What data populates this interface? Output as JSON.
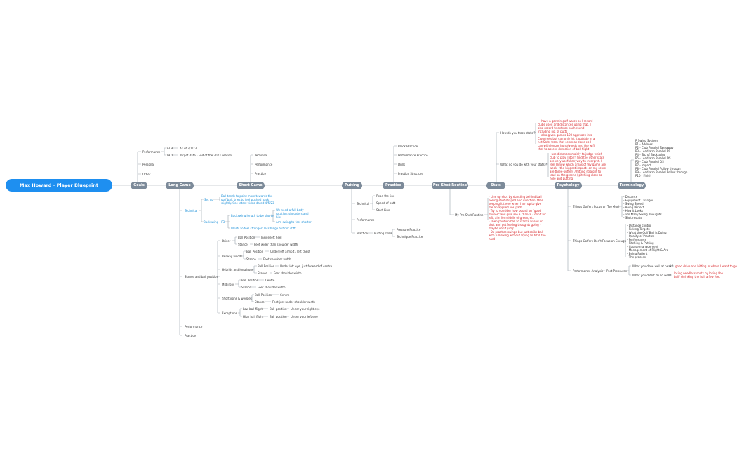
{
  "root": "Max Howard - Player Blueprint",
  "categories": {
    "goals": "Goals",
    "long_game": "Long Game",
    "short_game": "Short Game",
    "putting": "Putting",
    "practice": "Practice",
    "pre_shot": "Pre-Shot Routine",
    "stats": "Stats",
    "psychology": "Psychology",
    "terminology": "Terminology"
  },
  "goals": {
    "performance": "Performance",
    "hcp_now": "23.9",
    "hcp_now_note": "As of 3/1/23",
    "hcp_target": "19.0",
    "hcp_target_note": "Target date - End of the 2023 season",
    "personal": "Personal",
    "other": "Other"
  },
  "long_game": {
    "technical": "Technical",
    "setup": "Set up",
    "setup_note": "Ball tends to point more towards the golf ball, tries to feel pushed back slightly. See latest video dated 4/5/23",
    "backswing": "Backswing - P3",
    "backswing_note": "Backswing length to be shorter",
    "hip_note": "We need a full body rotation: shoulders and hips",
    "arm_note": "Arm swing to feel shorter",
    "hinge_note": "Wrists to feel stronger: less hinge but not stiff",
    "stance": "Stance and ball position",
    "driver": "Driver",
    "fairway": "Fairway woods",
    "hybrids": "Hybrids and long irons",
    "mid_irons": "Mid irons",
    "short_irons": "Short irons & wedges",
    "exceptions": "Exceptions",
    "ball_position": "Ball Position",
    "stance_label": "Stance",
    "drv_ball": "Inside left heel",
    "drv_stance": "Feet wider than shoulder width",
    "fw_ball": "Under left armpit / left chest",
    "fw_stance": "Feet shoulder width",
    "hy_ball": "Under left eye, just forward of centre",
    "hy_stance": "Feet shoulder width",
    "mid_ball": "Centre",
    "mid_stance": "Feet shoulder width",
    "si_ball": "Centre",
    "si_stance": "Feet just under shoulder width",
    "low_flight": "Low ball flight",
    "high_flight": "High ball flight",
    "ball_position_lc": "Ball position",
    "low_ball": "Under your right eye",
    "high_ball": "Under your left eye",
    "performance": "Performance",
    "practice": "Practice"
  },
  "short_game": {
    "technical": "Technical",
    "performance": "Performance",
    "practice": "Practice"
  },
  "putting": {
    "technical": "Technical",
    "read_line": "Read the line",
    "speed": "Speed of putt",
    "start_line": "Start Line",
    "performance": "Performance",
    "practice": "Practice",
    "drills": "Putting Drills",
    "pressure": "Pressure Practice",
    "technique": "Technique Practice"
  },
  "practice": {
    "block": "Block Practice",
    "performance": "Performance Practice",
    "drills": "Drills",
    "structure": "Practice Structure"
  },
  "pre_shot": {
    "routine": "My Pre-Shot Routine",
    "routine_note": "- Line up shot by standing behind ball seeing shot shaped and direction, then keeping it there when I am up to give me an applied line path\n- Try to consider how bound on \"good misses\" and give me a chance - don't hit left, aim for middle of green, etc\n- Then position ball to stance based on shot and get feeling thoughts going - maybe don't jump\n- Do practice swings but just strike ball with full swing without trying to hit it too hard"
  },
  "stats": {
    "track": "How do you track stats ?",
    "track_note": "- I have a garmin golf watch so I record clubs used and distances using that. I also record tweets as each round including no. of putts\n- I also given games 100 approach into Cloudnets but can only hit it outside in a net Stats from that seem as close as I can with longer irons/woods and the wifi that to assess detection of ball flight",
    "use": "What do you do with your stats ?",
    "use_note": "I use distances mainly to judge which club to play. I don't find the other stats are very useful anyway to interpret. I feel I know which areas of my game are weak - the biggest impacts on my score are three-putters / hitting straight to lead on the greens / pitching close to hole and putting"
  },
  "psychology": {
    "too_much": "Things Golfers Focus on Too Much",
    "too_much_list": "- Distance\n- Equipment Changes\n- Swing Speed\n- Being Perfect\n- How it Looks\n- Too Many Swing Thoughts\n- Shot results",
    "not_enough": "Things Golfers Don't Focus on Enough",
    "not_enough_list": "- Distance control\n- Picking Targets\n- What the Golf Ball is Doing\n- Quality of Practice\n- Performance\n- Pitching & Putting\n- Course management\n- Management of Flight & Arc\n- Being Patient\n- The process",
    "analysis": "Performance Analysis",
    "post": "Post Pressures",
    "well": "What you done well at peak?",
    "well_note": "good drive and hitting in where I want to go",
    "badly": "What you didn't do so well?",
    "badly_note": "losing needless shots by losing the ball/ shrinking the ball a few feet"
  },
  "terminology": {
    "list": "P Swing System\nP1 - Address\nP2 - Club Parallel Takeaway\nP3 - Lead arm Parallel BS\nP4 - Top of Backswing\nP5 - Lead arm Parallel DS\nP6 - Club Parallel DS\nP7 - Impact\nP8 - Club Parallel Follow through\nP9 - Lead arm Parallel Follow through\nP10 - Finish"
  }
}
